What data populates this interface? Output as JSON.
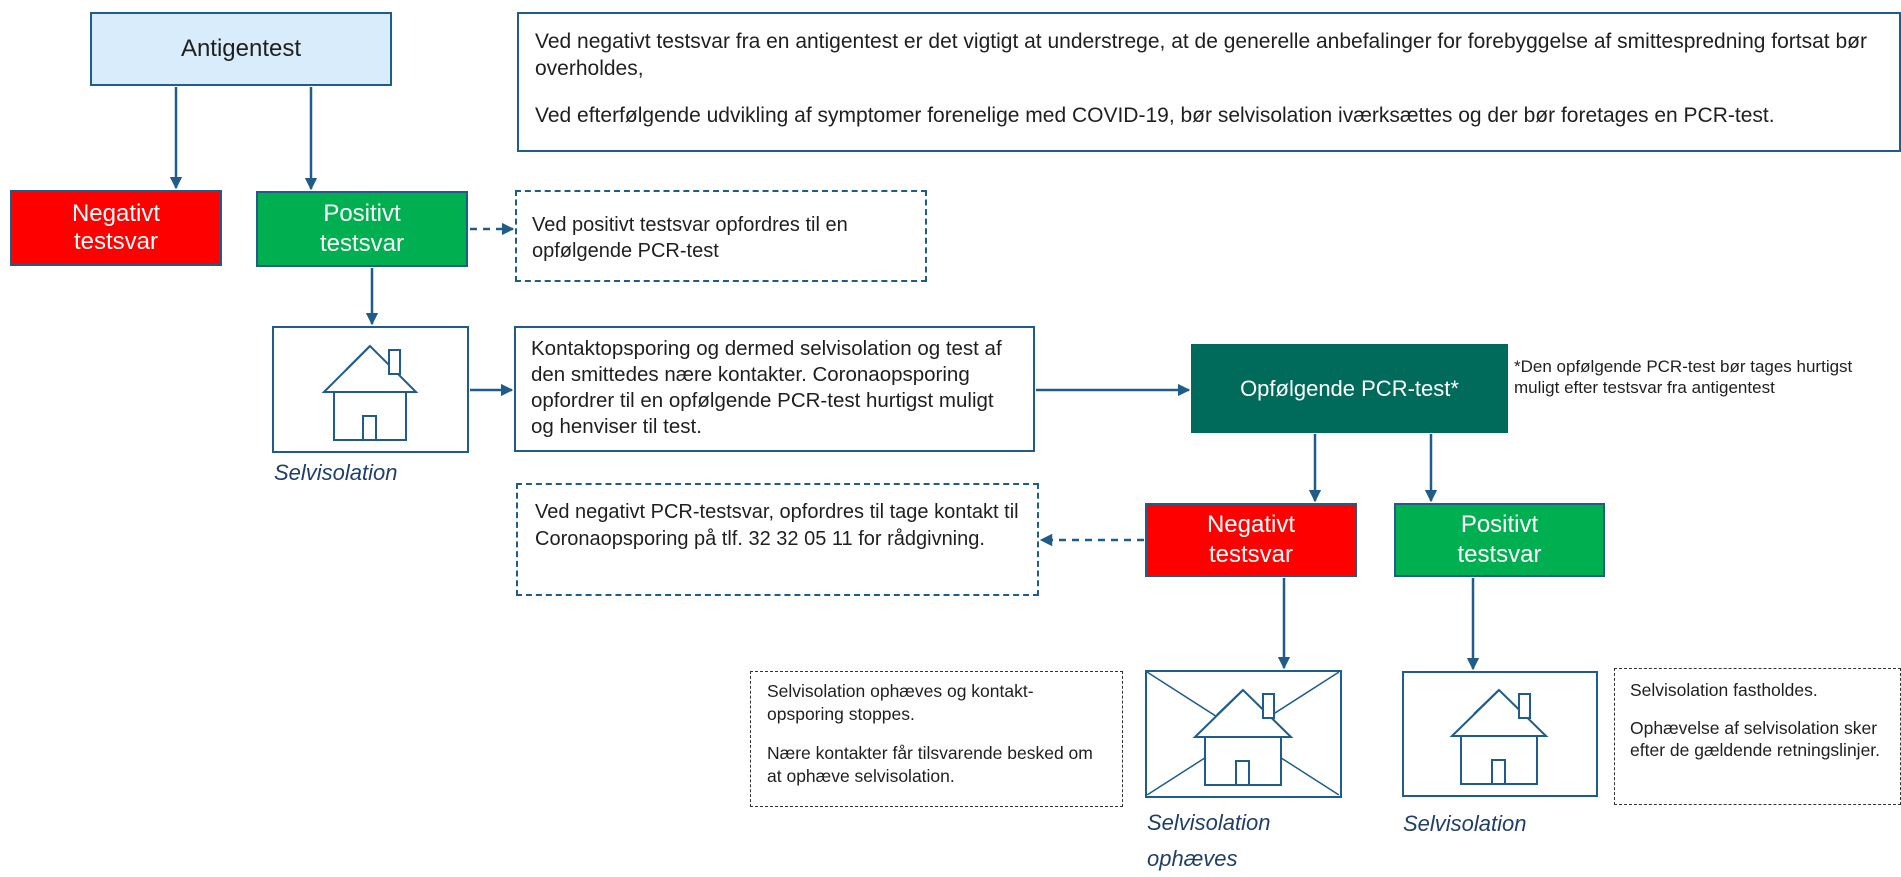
{
  "antigen_box": {
    "label": "Antigentest"
  },
  "info_top": {
    "paragraphs": [
      "Ved negativt testsvar fra en antigentest er det vigtigt at understrege, at de generelle anbefalinger for forebyggelse af smittespredning fortsat bør overholdes,",
      "Ved efterfølgende udvikling af symptomer forenelige med COVID-19, bør selvisolation iværksættes og der bør foretages en PCR-test."
    ]
  },
  "antigen_negative": {
    "line1": "Negativt",
    "line2": "testsvar"
  },
  "antigen_positive": {
    "line1": "Positivt",
    "line2": "testsvar"
  },
  "positive_note": {
    "text": "Ved positivt testsvar opfordres til en opfølgende PCR-test"
  },
  "selvisolation_label_1": "Selvisolation",
  "contact_tracing": {
    "text": "Kontaktopsporing og dermed selvisolation og test af den smittedes nære kontakter. Coronaopsporing opfordrer til en opfølgende PCR-test hurtigst muligt og henviser til test."
  },
  "pcr_box": {
    "label": "Opfølgende PCR-test*"
  },
  "pcr_footnote": {
    "text": "*Den opfølgende PCR-test bør tages hurtigst muligt efter testsvar fra antigentest"
  },
  "pcr_negative_note": {
    "text": "Ved negativt PCR-testsvar, opfordres til tage kontakt til Coronaopsporing på tlf. 32 32 05 11 for rådgivning."
  },
  "pcr_negative": {
    "line1": "Negativt",
    "line2": "testsvar"
  },
  "pcr_positive": {
    "line1": "Positivt",
    "line2": "testsvar"
  },
  "lifted_note": {
    "paragraphs": [
      "Selvisolation ophæves og kontakt-opsporing stoppes.",
      "Nære kontakter får tilsvarende besked om at ophæve selvisolation."
    ]
  },
  "selvisolation_lifted_label": {
    "line1": "Selvisolation",
    "line2": "ophæves"
  },
  "selvisolation_label_2": "Selvisolation",
  "maintained_note": {
    "paragraphs": [
      "Selvisolation fastholdes.",
      "Ophævelse af selvisolation sker efter de gældende retningslinjer."
    ]
  },
  "colors": {
    "line_blue": "#1f5c8a",
    "light_blue_fill": "#d9ecfb",
    "red": "#ff0000",
    "green": "#00b050",
    "dark_teal": "#006b5a"
  }
}
